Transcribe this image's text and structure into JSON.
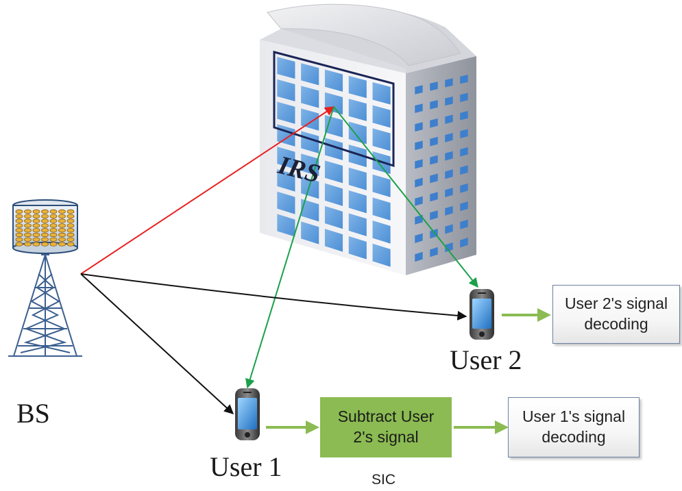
{
  "labels": {
    "irs": "IRS",
    "bs": "BS",
    "user1": "User 1",
    "user2": "User 2",
    "sic": "SIC"
  },
  "boxes": {
    "user2_decoding": [
      "User 2's signal",
      "decoding"
    ],
    "subtract": [
      "Subtract User",
      "2's signal"
    ],
    "user1_decoding": [
      "User 1's signal",
      "decoding"
    ]
  },
  "colors": {
    "bs_to_irs_link": "#e8201f",
    "irs_to_user_links": "#1aa14a",
    "direct_links": "#111111",
    "process_arrows": "#8bbb52",
    "sic_box": "#8bbb52",
    "irs_frame": "#1a2556"
  }
}
